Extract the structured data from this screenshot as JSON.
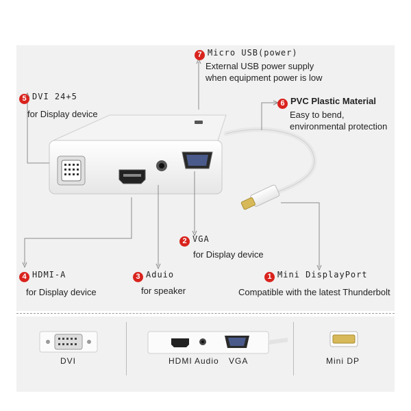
{
  "callouts": {
    "c7": {
      "number": "7",
      "title": "Micro USB(power)",
      "line1": "External USB power supply",
      "line2": "when equipment power is low"
    },
    "c5": {
      "number": "5",
      "title": "DVI 24+5",
      "line1": "for Display device"
    },
    "c6": {
      "number": "6",
      "title": "PVC Plastic Material",
      "line1": "Easy to bend,",
      "line2": "environmental protection"
    },
    "c2": {
      "number": "2",
      "title": "VGA",
      "line1": "for Display device"
    },
    "c4": {
      "number": "4",
      "title": "HDMI-A",
      "line1": "for Display device"
    },
    "c3": {
      "number": "3",
      "title": "Aduio",
      "line1": "for speaker"
    },
    "c1": {
      "number": "1",
      "title": "Mini DisplayPort",
      "line1": "Compatible with the latest Thunderbolt"
    }
  },
  "thumbnails": {
    "dvi": "DVI",
    "hdmi": "HDMI",
    "audio": "Audio",
    "vga": "VGA",
    "minidp": "Mini DP"
  },
  "colors": {
    "accent": "#d9231d",
    "leader": "#8a8a8a",
    "device": "#fafafa"
  }
}
